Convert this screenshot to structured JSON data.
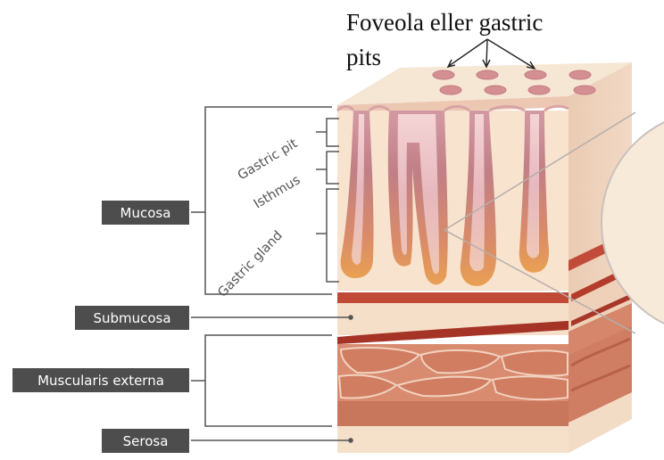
{
  "title": {
    "line1": "Foveola eller gastric",
    "line2": "pits"
  },
  "layers": {
    "mucosa": "Mucosa",
    "submucosa": "Submucosa",
    "muscularis": "Muscularis externa",
    "serosa": "Serosa"
  },
  "regions": {
    "gastric_pit": "Gastric pit",
    "isthmus": "Isthmus",
    "gastric_gland": "Gastric gland"
  },
  "colors": {
    "label_box": "#4d4d4d",
    "tissue_light": "#f6e3cf",
    "tissue_side": "#e9c6ac",
    "gland_orange": "#e89a4a",
    "gland_pink": "#c9868a",
    "submucosa_band": "#b9402f",
    "muscle": "#d98d72",
    "muscle_dark": "#c6765d"
  }
}
